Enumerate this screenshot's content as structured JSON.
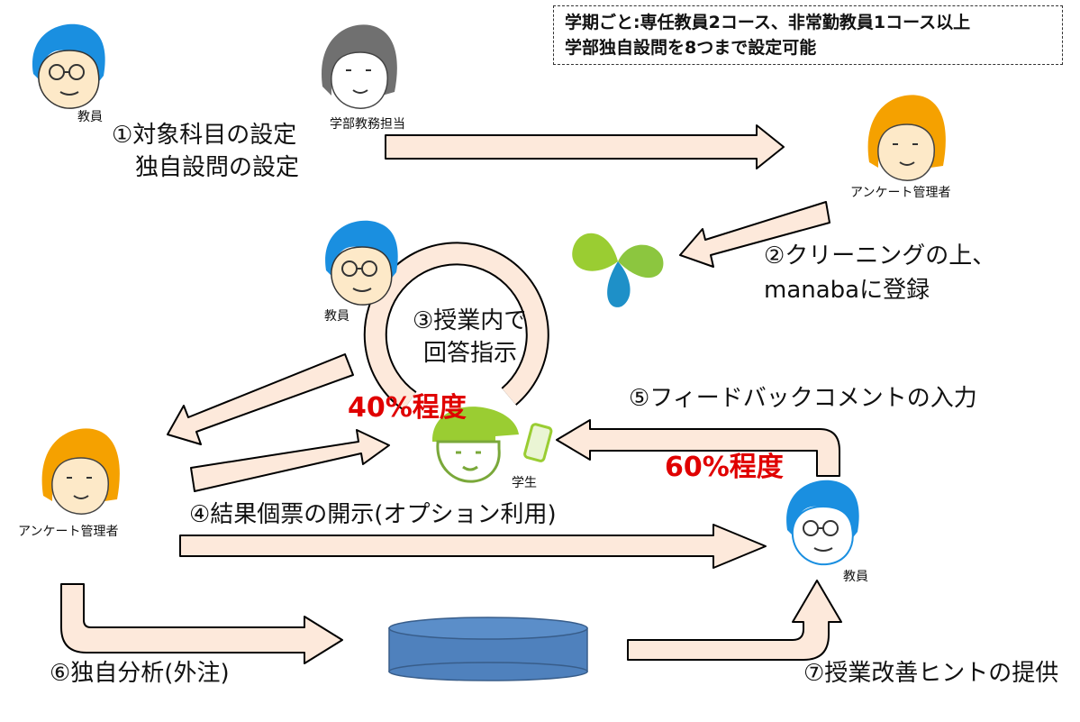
{
  "note": {
    "line1": "学期ごと:専任教員2コース、非常勤教員1コース以上",
    "line2": "学部独自設問を8つまで設定可能"
  },
  "actors": {
    "teacher_top": "教員",
    "staff": "学部教務担当",
    "admin_top": "アンケート管理者",
    "teacher_mid": "教員",
    "admin_left": "アンケート管理者",
    "student": "学生",
    "teacher_right": "教員"
  },
  "steps": {
    "s1_line1": "①対象科目の設定",
    "s1_line2": "独自設問の設定",
    "s2_line1": "②クリーニングの上、",
    "s2_line2": "manabaに登録",
    "s3_line1": "③授業内で",
    "s3_line2": "回答指示",
    "s4": "④結果個票の開示(オプション利用)",
    "s5": "⑤フィードバックコメントの入力",
    "s6": "⑥独自分析(外注)",
    "s7": "⑦授業改善ヒントの提供"
  },
  "rates": {
    "left": "40%程度",
    "right": "60%程度"
  },
  "colors": {
    "arrow_fill": "#fde9db",
    "arrow_stroke": "#000000",
    "teacher": "#1a8fe0",
    "admin": "#f5a100",
    "staff": "#808080",
    "student": "#9acd32",
    "db": "#4f81bd",
    "rate_text": "#e00000"
  }
}
